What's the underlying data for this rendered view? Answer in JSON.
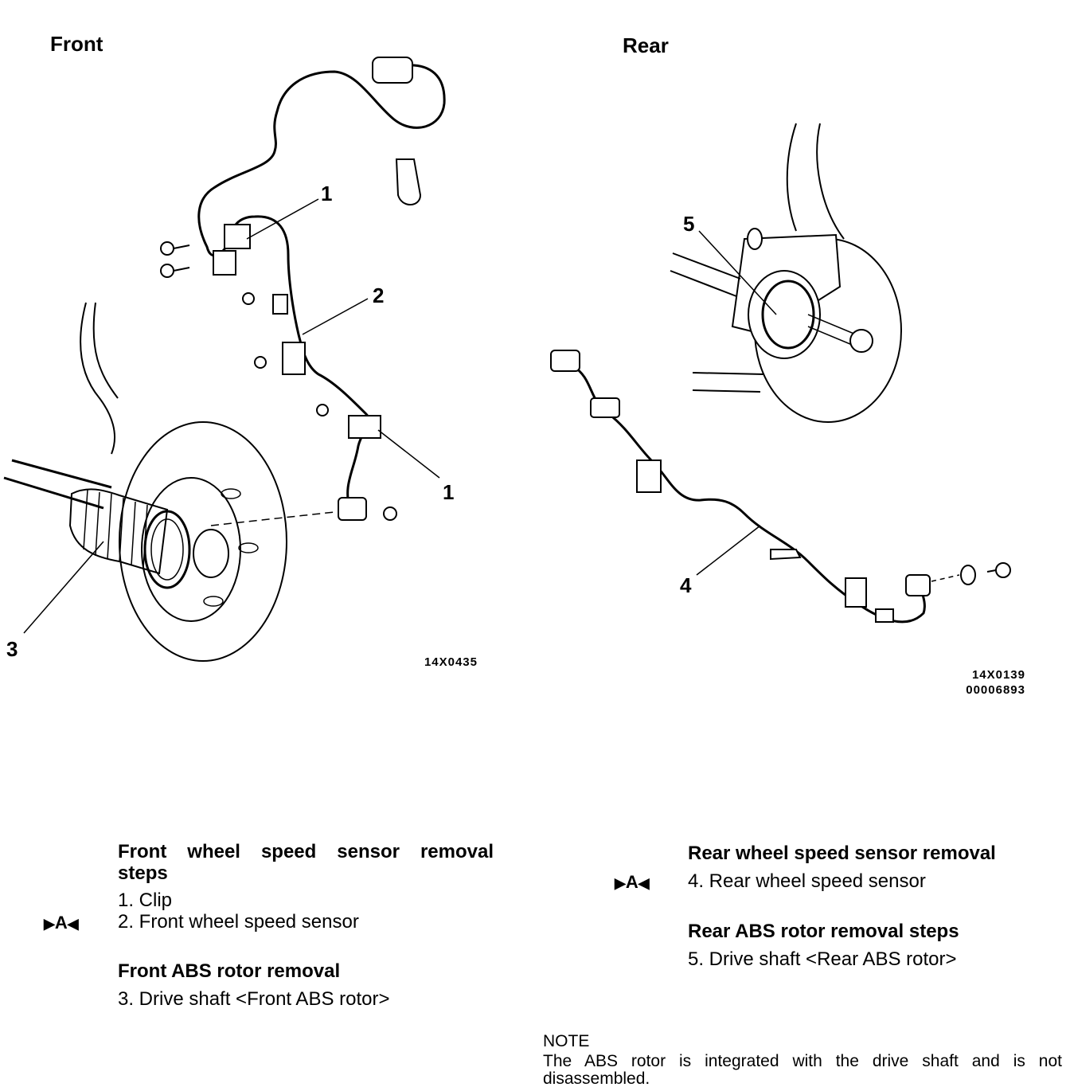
{
  "front": {
    "title": "Front",
    "callouts": {
      "c1a": "1",
      "c2": "2",
      "c1b": "1",
      "c3": "3"
    },
    "code": "14X0435"
  },
  "rear": {
    "title": "Rear",
    "callouts": {
      "c5": "5",
      "c4": "4"
    },
    "code1": "14X0139",
    "code2": "00006893"
  },
  "procedures": {
    "front_sensor": {
      "heading_line1": "Front wheel speed sensor removal",
      "heading_line2": "steps",
      "steps": [
        "1. Clip",
        "2. Front wheel speed sensor"
      ],
      "marker": "A"
    },
    "front_rotor": {
      "heading": "Front ABS rotor removal",
      "steps": [
        "3. Drive shaft <Front ABS rotor>"
      ]
    },
    "rear_sensor": {
      "heading": "Rear wheel speed sensor removal",
      "steps": [
        "4. Rear wheel speed sensor"
      ],
      "marker": "A"
    },
    "rear_rotor": {
      "heading": "Rear ABS rotor removal steps",
      "steps": [
        "5. Drive shaft <Rear ABS rotor>"
      ]
    }
  },
  "note": {
    "label": "NOTE",
    "text": "The ABS rotor is integrated with the drive shaft and is not disassembled."
  }
}
